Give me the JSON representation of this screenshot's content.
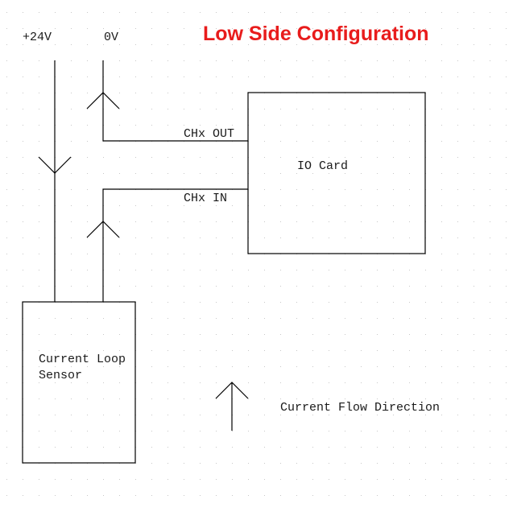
{
  "title": "Low Side Configuration",
  "rails": {
    "positive": "+24V",
    "ground": "0V"
  },
  "io_card": {
    "label": "IO Card",
    "out_pin": "CHx OUT",
    "in_pin": "CHx IN"
  },
  "sensor": {
    "line1": "Current Loop",
    "line2": "Sensor"
  },
  "legend": {
    "label": "Current Flow Direction"
  },
  "colors": {
    "title": "#e81c1c",
    "lines": "#000000",
    "grid_dots": "#c8c8c8"
  }
}
